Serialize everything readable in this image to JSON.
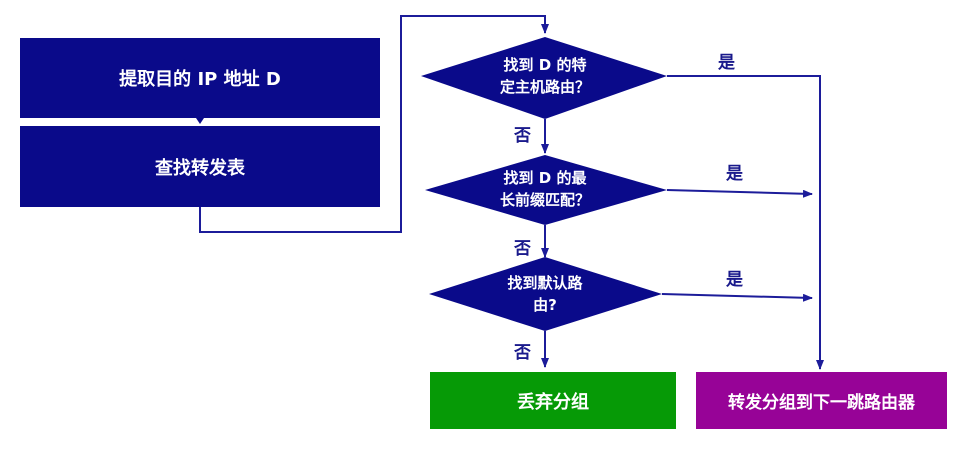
{
  "colors": {
    "navy": "#0a0a8a",
    "arrow": "#1c1c9a",
    "discard": "#069a06",
    "forward": "#970397",
    "label": "#1a1a8c"
  },
  "steps": {
    "extract": "提取目的 IP 地址 D",
    "lookup": "查找转发表"
  },
  "decisions": {
    "host_route_line1": "找到 D 的特",
    "host_route_line2": "定主机路由？",
    "prefix_line1": "找到 D 的最",
    "prefix_line2": "长前缀匹配？",
    "default_line1": "找到默认路",
    "default_line2": "由?"
  },
  "labels": {
    "yes1": "是",
    "yes2": "是",
    "yes3": "是",
    "no1": "否",
    "no2": "否",
    "no3": "否"
  },
  "outcomes": {
    "discard": "丢弃分组",
    "forward": "转发分组到下一跳路由器"
  }
}
